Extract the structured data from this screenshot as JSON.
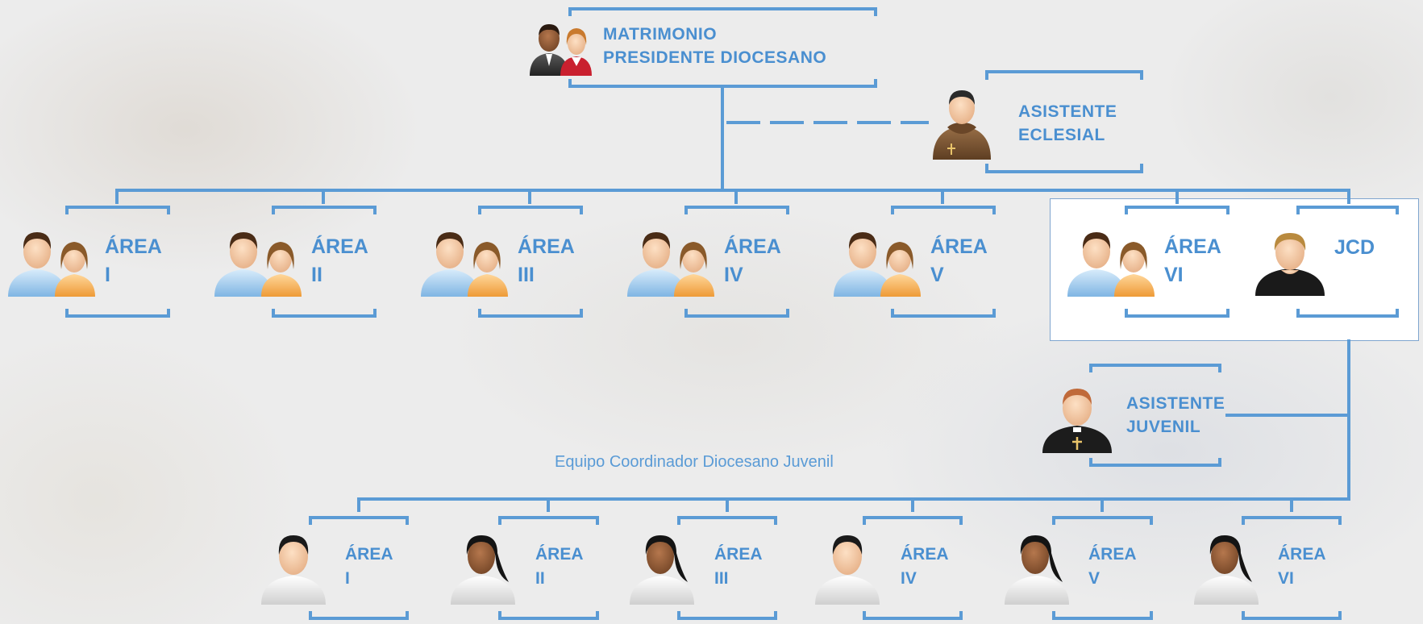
{
  "top": {
    "line1": "MATRIMONIO",
    "line2": "PRESIDENTE DIOCESANO",
    "icon": "couple-icon"
  },
  "asistente_eclesial": {
    "line1": "ASISTENTE",
    "line2": "ECLESIAL",
    "icon": "friar-icon"
  },
  "adult_areas": [
    {
      "line1": "ÁREA",
      "line2": "I",
      "icon": "couple-icon"
    },
    {
      "line1": "ÁREA",
      "line2": "II",
      "icon": "couple-icon"
    },
    {
      "line1": "ÁREA",
      "line2": "III",
      "icon": "couple-icon"
    },
    {
      "line1": "ÁREA",
      "line2": "IV",
      "icon": "couple-icon"
    },
    {
      "line1": "ÁREA",
      "line2": "V",
      "icon": "couple-icon"
    },
    {
      "line1": "ÁREA",
      "line2": "VI",
      "icon": "couple-icon"
    }
  ],
  "jcd": {
    "line1": "JCD",
    "icon": "young-man-icon"
  },
  "asistente_juvenil": {
    "line1": "ASISTENTE",
    "line2": "JUVENIL",
    "icon": "priest-icon"
  },
  "caption": "Equipo Coordinador Diocesano Juvenil",
  "youth_areas": [
    {
      "line1": "ÁREA",
      "line2": "I",
      "icon": "young-man-icon"
    },
    {
      "line1": "ÁREA",
      "line2": "II",
      "icon": "young-woman-icon"
    },
    {
      "line1": "ÁREA",
      "line2": "III",
      "icon": "young-woman-icon"
    },
    {
      "line1": "ÁREA",
      "line2": "IV",
      "icon": "young-man-icon"
    },
    {
      "line1": "ÁREA",
      "line2": "V",
      "icon": "young-woman-icon"
    },
    {
      "line1": "ÁREA",
      "line2": "VI",
      "icon": "young-woman-icon"
    }
  ],
  "colors": {
    "connector": "#5b9bd5",
    "label": "#4a8fd0",
    "panel_border": "#7fa5cf",
    "shirt_blue": "#9fcbef",
    "shirt_orange": "#f2a64a",
    "shirt_white": "#f4f4f4",
    "robe_brown": "#7a5534",
    "cassock_black": "#222222"
  }
}
